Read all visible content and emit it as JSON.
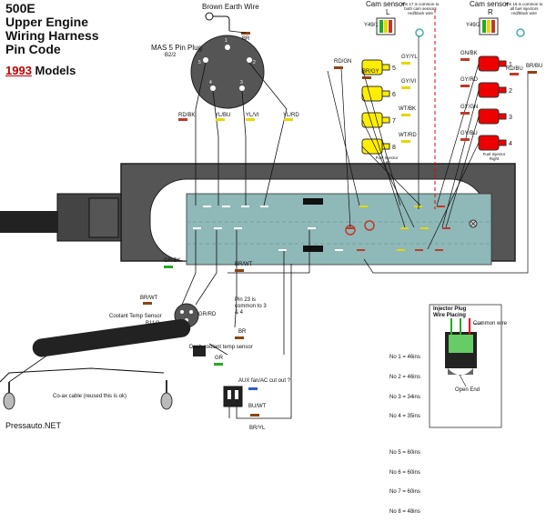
{
  "header": {
    "title_lines": [
      "500E",
      "Upper Engine",
      "Wiring Harness",
      "Pin Code"
    ],
    "model_year": "1993",
    "model_suffix": "Models"
  },
  "labels": {
    "brown_earth_wire": "Brown Earth Wire",
    "br_top": "BR",
    "mas_plug": "MAS 5 Pin Plug",
    "mas_code": "B2/2",
    "rd_bk": "RD/BK",
    "yl_bu": "YL/BU",
    "yl_vi": "YL/VI",
    "yl_rd": "YL/RD",
    "cam_sensor_l": "Cam sensor",
    "cam_sensor_l_sub": "L",
    "cam_sensor_r": "Cam sensor",
    "cam_sensor_r_sub": "R",
    "y49_1": "Y49/1",
    "y49_2": "Y49/2",
    "pin17_note": "Pin 17 is common to both cam sensors red/black wire",
    "pin16_note": "Pin 16 is common to all fuel injectors red/black wire",
    "rd_gn": "RD/GN",
    "br_gy": "BR/GY",
    "gy_yl": "GY/YL",
    "gy_vi": "GY/VI",
    "wt_bk": "WT/BK",
    "wt_rd": "WT/RD",
    "fuel_injector_left": "Fuel Injector Left",
    "gn_bk_r": "GN/BK",
    "rd_bu": "RD/BU",
    "br_bu": "BR/BU",
    "gy_rd": "GY/RD",
    "gy_gn": "GY/GN",
    "gy_bu": "GY/BU",
    "fuel_injector_right": "Fuel Injector Right",
    "gr_bk": "GR/BK",
    "br_wt_lower": "BR/WT",
    "br_wt_left": "BR/WT",
    "coolant_temp": "Coolant Temp Sensor",
    "coolant_code": "B11/2",
    "gr_rd": "GR/RD",
    "pin23_note": "Pin 23 is common to 3 & 4",
    "br_mid": "BR",
    "dash_sensor": "Dash coolant temp sensor",
    "gr": "GR",
    "aux_fan": "AUX fan/AC cut out ?",
    "co_ax": "Co-ax cable (reused this is ok)",
    "bu_wt": "BU/WT",
    "br_yl": "BR/YL",
    "injector_plug_title": "Injector Plug",
    "injector_plug_sub": "Wire Placing",
    "common_wire": "Common wire",
    "open_end": "Open End"
  },
  "injector_legend": [
    "No 1 = 46ins",
    "No 2 = 46ins",
    "No 3 = 34ins",
    "No 4 = 35ins",
    "No 5 = 60ins",
    "No 6 = 60ins",
    "No 7 = 60ins",
    "No 8 = 48ins"
  ],
  "footer": "Pressauto.NET",
  "colors": {
    "harness": "#555555",
    "harness_inner": "#8fb8b8",
    "injector_yellow": "#ffee00",
    "injector_red": "#ee0000",
    "mark_red": "#c0392b",
    "mark_yellow": "#e6d800",
    "mark_green": "#22aa22",
    "mark_brown": "#8b4513"
  }
}
